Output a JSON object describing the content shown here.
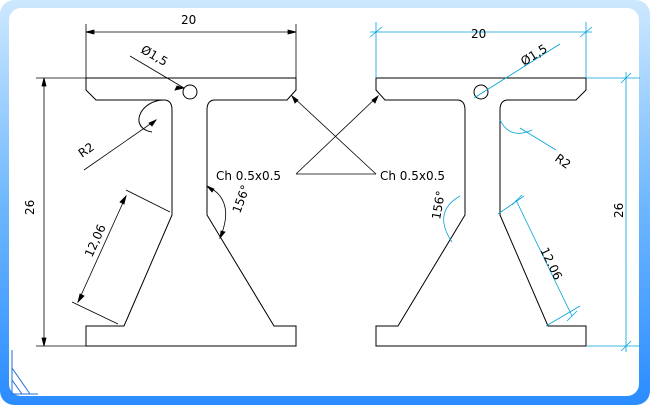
{
  "left_view": {
    "dim_width": "20",
    "dim_height": "26",
    "dim_hole": "Ø1,5",
    "dim_radius": "R2",
    "dim_slant": "12,06",
    "dim_angle": "156°",
    "chamfer_note": "Ch 0.5x0.5"
  },
  "right_view": {
    "dim_width": "20",
    "dim_height": "26",
    "dim_hole": "Ø1,5",
    "dim_radius": "R2",
    "dim_slant": "12.06",
    "dim_angle": "156°",
    "chamfer_note": "Ch 0.5x0.5"
  },
  "colors": {
    "geometry": "#000000",
    "left_dims": "#000000",
    "right_dims": "#00a2d8",
    "frame": "#2a8cff"
  },
  "icons": {
    "ucs": "ucs-icon"
  }
}
